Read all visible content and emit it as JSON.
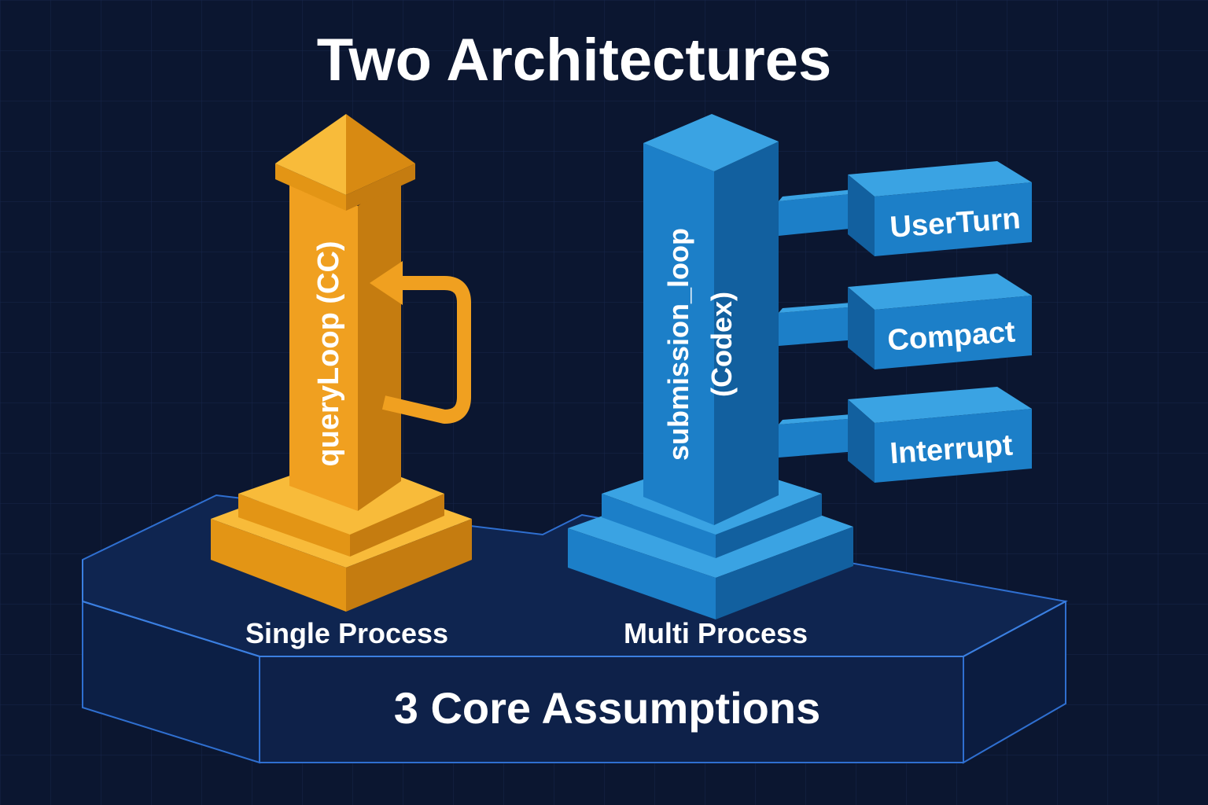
{
  "title": "Two Architectures",
  "left": {
    "pillar_label": "queryLoop (CC)",
    "base_label": "Single Process",
    "colors": {
      "front": "#f0a020",
      "side": "#c57c10",
      "top": "#f8bb3a",
      "accent": "#ffd070"
    }
  },
  "right": {
    "pillar_label_line1": "submission_loop",
    "pillar_label_line2": "(Codex)",
    "base_label": "Multi Process",
    "modules": [
      "UserTurn",
      "Compact",
      "Interrupt"
    ],
    "colors": {
      "front": "#1c7fc8",
      "side": "#12609f",
      "top": "#3aa3e3",
      "accent": "#7fd0ff"
    }
  },
  "platform_label": "3 Core Assumptions",
  "colors": {
    "background": "#0b1630",
    "platform": "#102a5a",
    "platform_edge": "#2f6fd0",
    "text": "#ffffff"
  }
}
